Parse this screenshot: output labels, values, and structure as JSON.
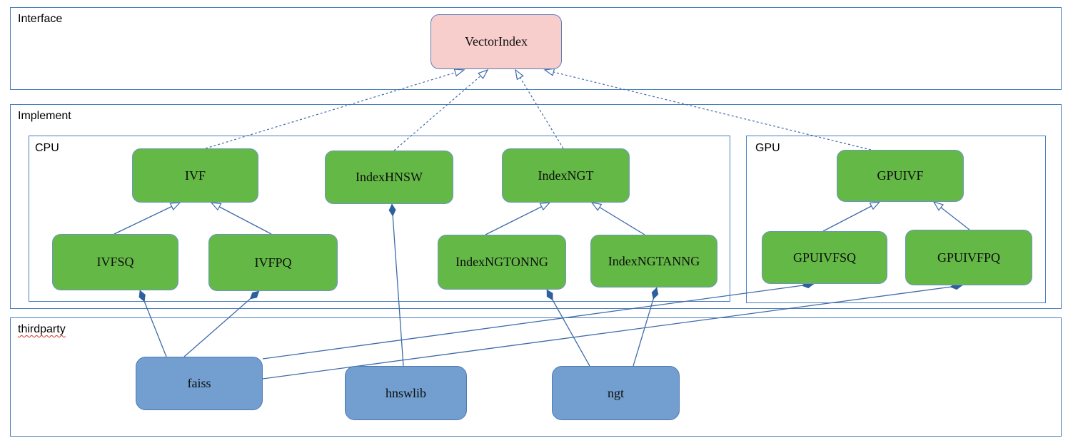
{
  "containers": {
    "interface": {
      "label": "Interface"
    },
    "implement": {
      "label": "Implement"
    },
    "cpu": {
      "label": "CPU"
    },
    "gpu": {
      "label": "GPU"
    },
    "thirdparty": {
      "label": "thirdparty"
    }
  },
  "nodes": {
    "vectorindex": {
      "label": "VectorIndex"
    },
    "ivf": {
      "label": "IVF"
    },
    "indexhnsw": {
      "label": "IndexHNSW"
    },
    "indexngt": {
      "label": "IndexNGT"
    },
    "ivfsq": {
      "label": "IVFSQ"
    },
    "ivfpq": {
      "label": "IVFPQ"
    },
    "indexngtonng": {
      "label": "IndexNGTONNG"
    },
    "indexngtanng": {
      "label": "IndexNGTANNG"
    },
    "gpuivf": {
      "label": "GPUIVF"
    },
    "gpuivfsq": {
      "label": "GPUIVFSQ"
    },
    "gpuivfpq": {
      "label": "GPUIVFPQ"
    },
    "faiss": {
      "label": "faiss"
    },
    "hnswlib": {
      "label": "hnswlib"
    },
    "ngt": {
      "label": "ngt"
    }
  },
  "edges": [
    {
      "from": "IVF",
      "to": "VectorIndex",
      "type": "realization-dashed-open-arrow"
    },
    {
      "from": "IndexHNSW",
      "to": "VectorIndex",
      "type": "realization-dashed-open-arrow"
    },
    {
      "from": "IndexNGT",
      "to": "VectorIndex",
      "type": "realization-dashed-open-arrow"
    },
    {
      "from": "GPUIVF",
      "to": "VectorIndex",
      "type": "realization-dashed-open-arrow"
    },
    {
      "from": "IVFSQ",
      "to": "IVF",
      "type": "generalization-open-arrow"
    },
    {
      "from": "IVFPQ",
      "to": "IVF",
      "type": "generalization-open-arrow"
    },
    {
      "from": "IndexNGTONNG",
      "to": "IndexNGT",
      "type": "generalization-open-arrow"
    },
    {
      "from": "IndexNGTANNG",
      "to": "IndexNGT",
      "type": "generalization-open-arrow"
    },
    {
      "from": "GPUIVFSQ",
      "to": "GPUIVF",
      "type": "generalization-open-arrow"
    },
    {
      "from": "GPUIVFPQ",
      "to": "GPUIVF",
      "type": "generalization-open-arrow"
    },
    {
      "from": "faiss",
      "to": "IVFSQ",
      "type": "composition-filled-diamond"
    },
    {
      "from": "faiss",
      "to": "IVFPQ",
      "type": "composition-filled-diamond"
    },
    {
      "from": "hnswlib",
      "to": "IndexHNSW",
      "type": "composition-filled-diamond"
    },
    {
      "from": "ngt",
      "to": "IndexNGTONNG",
      "type": "composition-filled-diamond"
    },
    {
      "from": "ngt",
      "to": "IndexNGTANNG",
      "type": "composition-filled-diamond"
    },
    {
      "from": "faiss",
      "to": "GPUIVFSQ",
      "type": "composition-filled-diamond"
    },
    {
      "from": "faiss",
      "to": "GPUIVFPQ",
      "type": "composition-filled-diamond"
    }
  ],
  "colors": {
    "node_green": "#64b946",
    "node_blue": "#729fcf",
    "node_pink": "#f8cecc",
    "edge_blue": "#3e6bab",
    "diamond_fill": "#2e5f9e",
    "container_border": "#4a7ebb",
    "spellcheck_red": "#d83020"
  }
}
